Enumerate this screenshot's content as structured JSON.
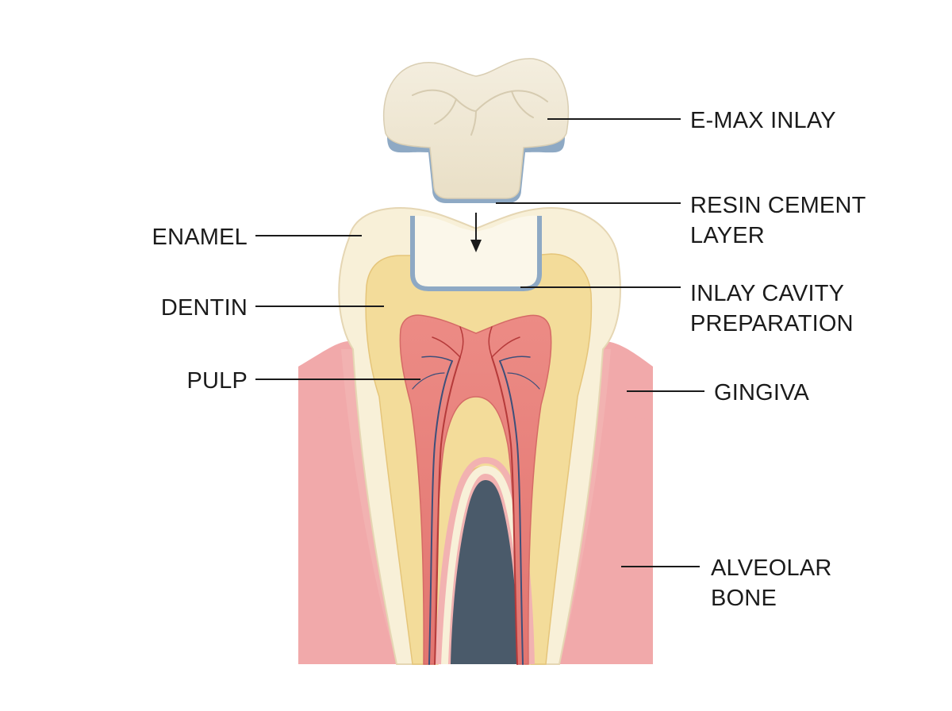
{
  "labels": {
    "emax_inlay": "E-MAX INLAY",
    "resin_cement": [
      "RESIN CEMENT",
      "LAYER"
    ],
    "enamel": "ENAMEL",
    "dentin": "DENTIN",
    "inlay_cavity": [
      "INLAY CAVITY",
      "PREPARATION"
    ],
    "pulp": "PULP",
    "gingiva": "GINGIVA",
    "alveolar_bone": [
      "ALVEOLAR",
      "BONE"
    ]
  },
  "colors": {
    "background": "#ffffff",
    "alveolar_bone": "#4a5a6a",
    "gingiva": "#f1a9aa",
    "gingiva_light": "#f6c7c6",
    "enamel": "#f8f0d8",
    "dentin": "#f3dc9a",
    "pulp": "#e9817c",
    "pulp_light": "#f1a09a",
    "inlay": "#efe7d3",
    "cement": "#8ea9c4",
    "vessel_red": "#b53a3a",
    "vessel_blue": "#3d4f7a",
    "text": "#1b1b1b"
  }
}
